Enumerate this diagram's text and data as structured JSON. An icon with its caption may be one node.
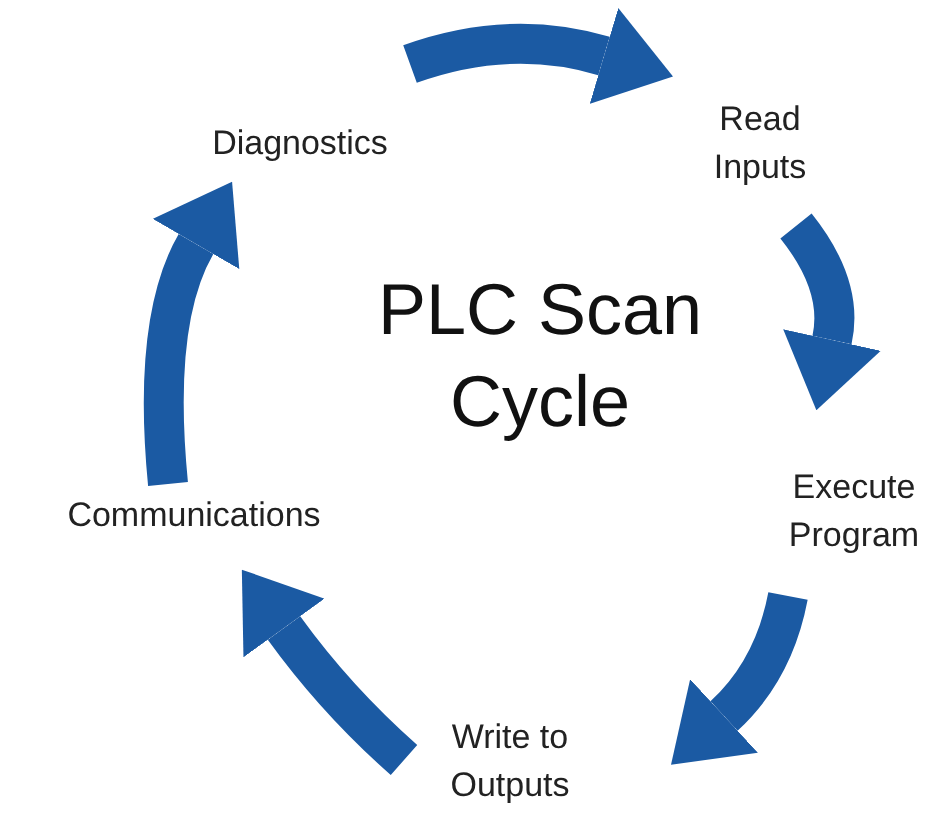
{
  "diagram": {
    "title": "PLC Scan Cycle",
    "nodes": [
      {
        "text": [
          "Diagnostics"
        ]
      },
      {
        "text": [
          "Read Inputs"
        ]
      },
      {
        "text": [
          "Execute Program"
        ]
      },
      {
        "text": [
          "Write to Outputs"
        ]
      },
      {
        "text": [
          "Communications"
        ]
      }
    ],
    "edges": [
      {
        "from": 0,
        "to": 1,
        "arrow": "to"
      },
      {
        "from": 1,
        "to": 2,
        "arrow": "to"
      },
      {
        "from": 2,
        "to": 3,
        "arrow": "to"
      },
      {
        "from": 3,
        "to": 4,
        "arrow": "to"
      },
      {
        "from": 4,
        "to": 0,
        "arrow": "to"
      }
    ]
  }
}
